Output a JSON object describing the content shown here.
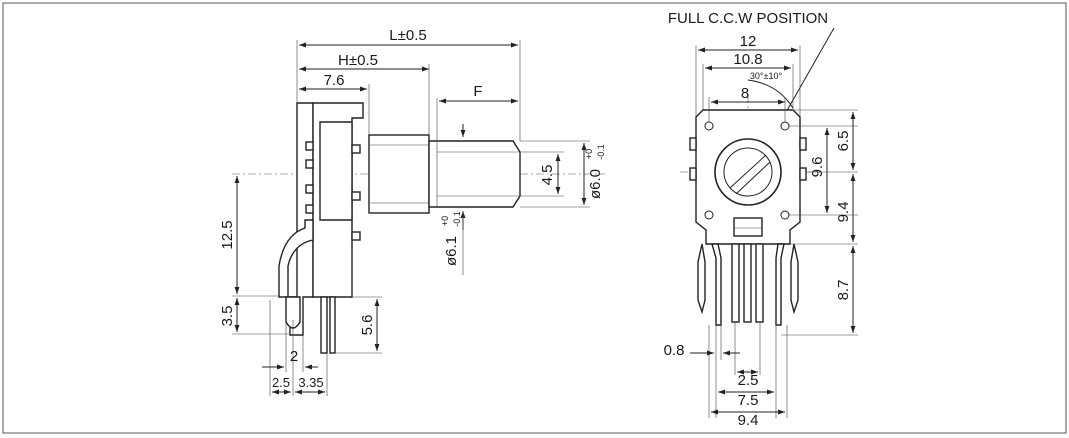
{
  "side_view": {
    "dim_L": "L±0.5",
    "dim_H": "H±0.5",
    "dim_76": "7.6",
    "dim_F": "F",
    "dim_45": "4.5",
    "dim_shaft_dia": "ø6.0",
    "dim_shaft_dia_tol_upper": "+0",
    "dim_shaft_dia_tol_lower": "-0.1",
    "dim_bush_dia": "ø6.1",
    "dim_bush_dia_tol_upper": "+0",
    "dim_bush_dia_tol_lower": "-0.1",
    "dim_125": "12.5",
    "dim_35": "3.5",
    "dim_56": "5.6",
    "dim_2": "2",
    "dim_25": "2.5",
    "dim_335": "3.35"
  },
  "front_view": {
    "title": "FULL C.C.W POSITION",
    "dim_12": "12",
    "dim_108": "10.8",
    "dim_angle": "30°±10°",
    "dim_8": "8",
    "dim_65": "6.5",
    "dim_96": "9.6",
    "dim_94_right": "9.4",
    "dim_87": "8.7",
    "dim_08": "0.8",
    "dim_25": "2.5",
    "dim_75": "7.5",
    "dim_94_bottom": "9.4"
  }
}
